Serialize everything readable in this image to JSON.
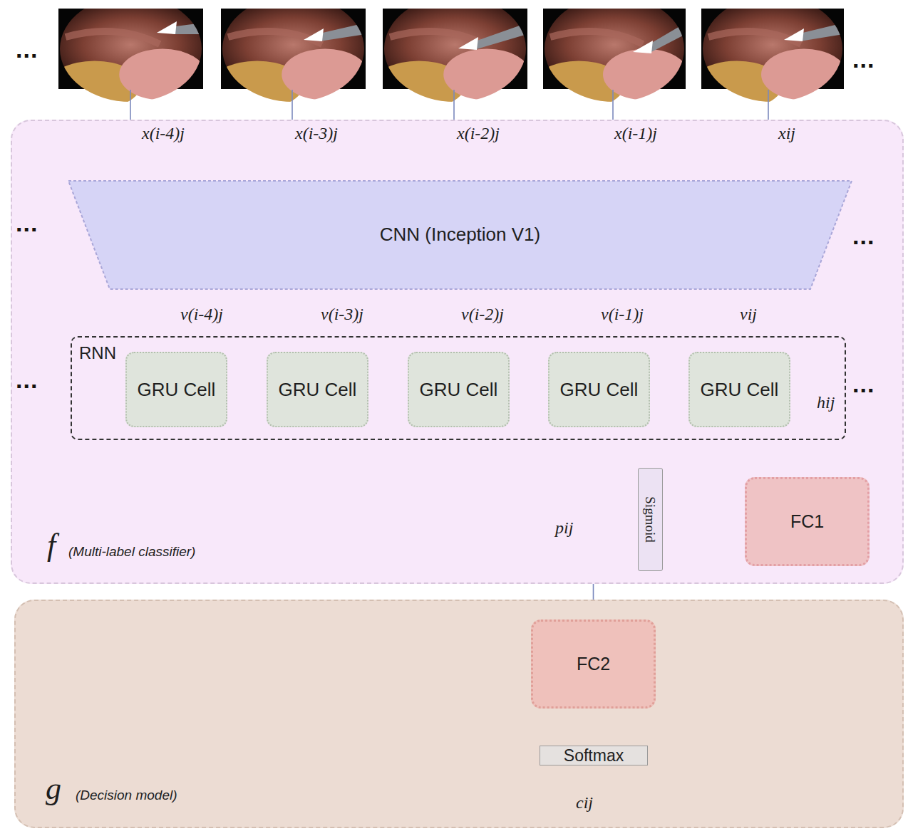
{
  "diagram": {
    "nodes": [
      {
        "text": [
          "f",
          "(Multi-label classifier)"
        ]
      },
      {
        "text": [
          "CNN (Inception V1)"
        ],
        "in": 0
      },
      {
        "text": [
          "RNN"
        ],
        "in": 0
      },
      {
        "text": [
          "GRU Cell"
        ],
        "in": 2
      },
      {
        "text": [
          "GRU Cell"
        ],
        "in": 2
      },
      {
        "text": [
          "GRU Cell"
        ],
        "in": 2
      },
      {
        "text": [
          "GRU Cell"
        ],
        "in": 2
      },
      {
        "text": [
          "GRU Cell"
        ],
        "in": 2
      },
      {
        "text": [
          "Sigmoid"
        ],
        "in": 0
      },
      {
        "text": [
          "FC1"
        ],
        "in": 0
      },
      {
        "text": [
          "g",
          "(Decision model)"
        ]
      },
      {
        "text": [
          "FC2"
        ],
        "in": 10
      },
      {
        "text": [
          "Softmax"
        ],
        "in": 10
      }
    ],
    "edges": [
      {
        "from": 1,
        "to": 3,
        "arrow": "to",
        "label": "v(i-4)j"
      },
      {
        "from": 1,
        "to": 4,
        "arrow": "to",
        "label": "v(i-3)j"
      },
      {
        "from": 1,
        "to": 5,
        "arrow": "to",
        "label": "v(i-2)j"
      },
      {
        "from": 1,
        "to": 6,
        "arrow": "to",
        "label": "v(i-1)j"
      },
      {
        "from": 1,
        "to": 7,
        "arrow": "to",
        "label": "vij"
      },
      {
        "from": 3,
        "to": 4,
        "arrow": "to"
      },
      {
        "from": 4,
        "to": 5,
        "arrow": "to"
      },
      {
        "from": 5,
        "to": 6,
        "arrow": "to"
      },
      {
        "from": 6,
        "to": 7,
        "arrow": "to"
      },
      {
        "from": 7,
        "to": 9,
        "arrow": "to",
        "label": "hij"
      },
      {
        "from": 9,
        "to": 8,
        "arrow": "to"
      },
      {
        "from": 8,
        "to": 11,
        "arrow": "to",
        "label": "pij"
      },
      {
        "from": 11,
        "to": 12,
        "arrow": "to"
      }
    ],
    "labels": [
      "...",
      "...",
      "...",
      "...",
      "...",
      "...",
      "x(i-4)j",
      "x(i-3)j",
      "x(i-2)j",
      "x(i-1)j",
      "xij",
      "cij"
    ]
  }
}
